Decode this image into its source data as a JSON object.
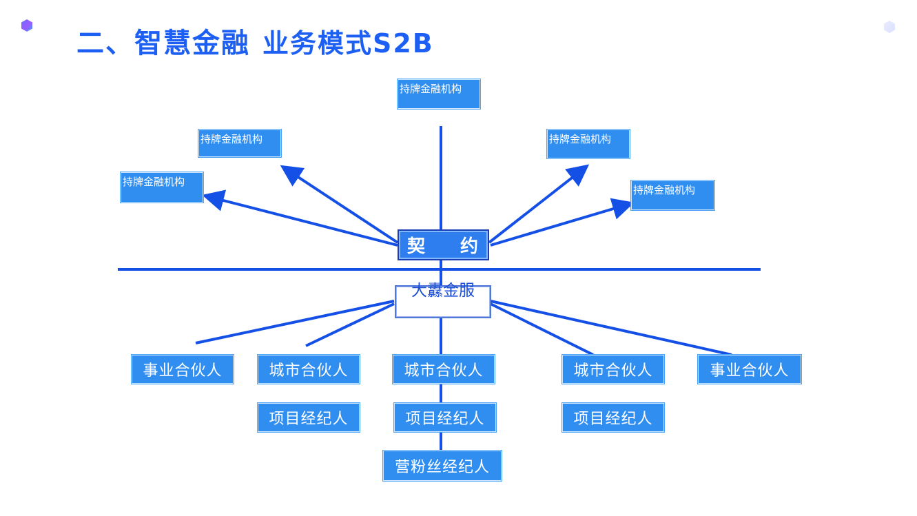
{
  "title": {
    "main": "二、智慧金融",
    "sub": "业务模式S2B"
  },
  "colors": {
    "accent": "#1d5ff2",
    "box": "#2f8ef0",
    "line": "#1450e6"
  },
  "icons": {
    "bullet": "gem-icon",
    "corner": "gem-icon"
  },
  "diagram": {
    "institutions": [
      "持牌金融机构",
      "持牌金融机构",
      "持牌金融机构",
      "持牌金融机构",
      "持牌金融机构"
    ],
    "contract": {
      "left": "契",
      "right": "约"
    },
    "company": "大纛金服",
    "partners": [
      "事业合伙人",
      "城市合伙人",
      "城市合伙人",
      "城市合伙人",
      "事业合伙人",
      "项目经纪人",
      "项目经纪人",
      "项目经纪人",
      "营粉丝经纪人"
    ]
  }
}
